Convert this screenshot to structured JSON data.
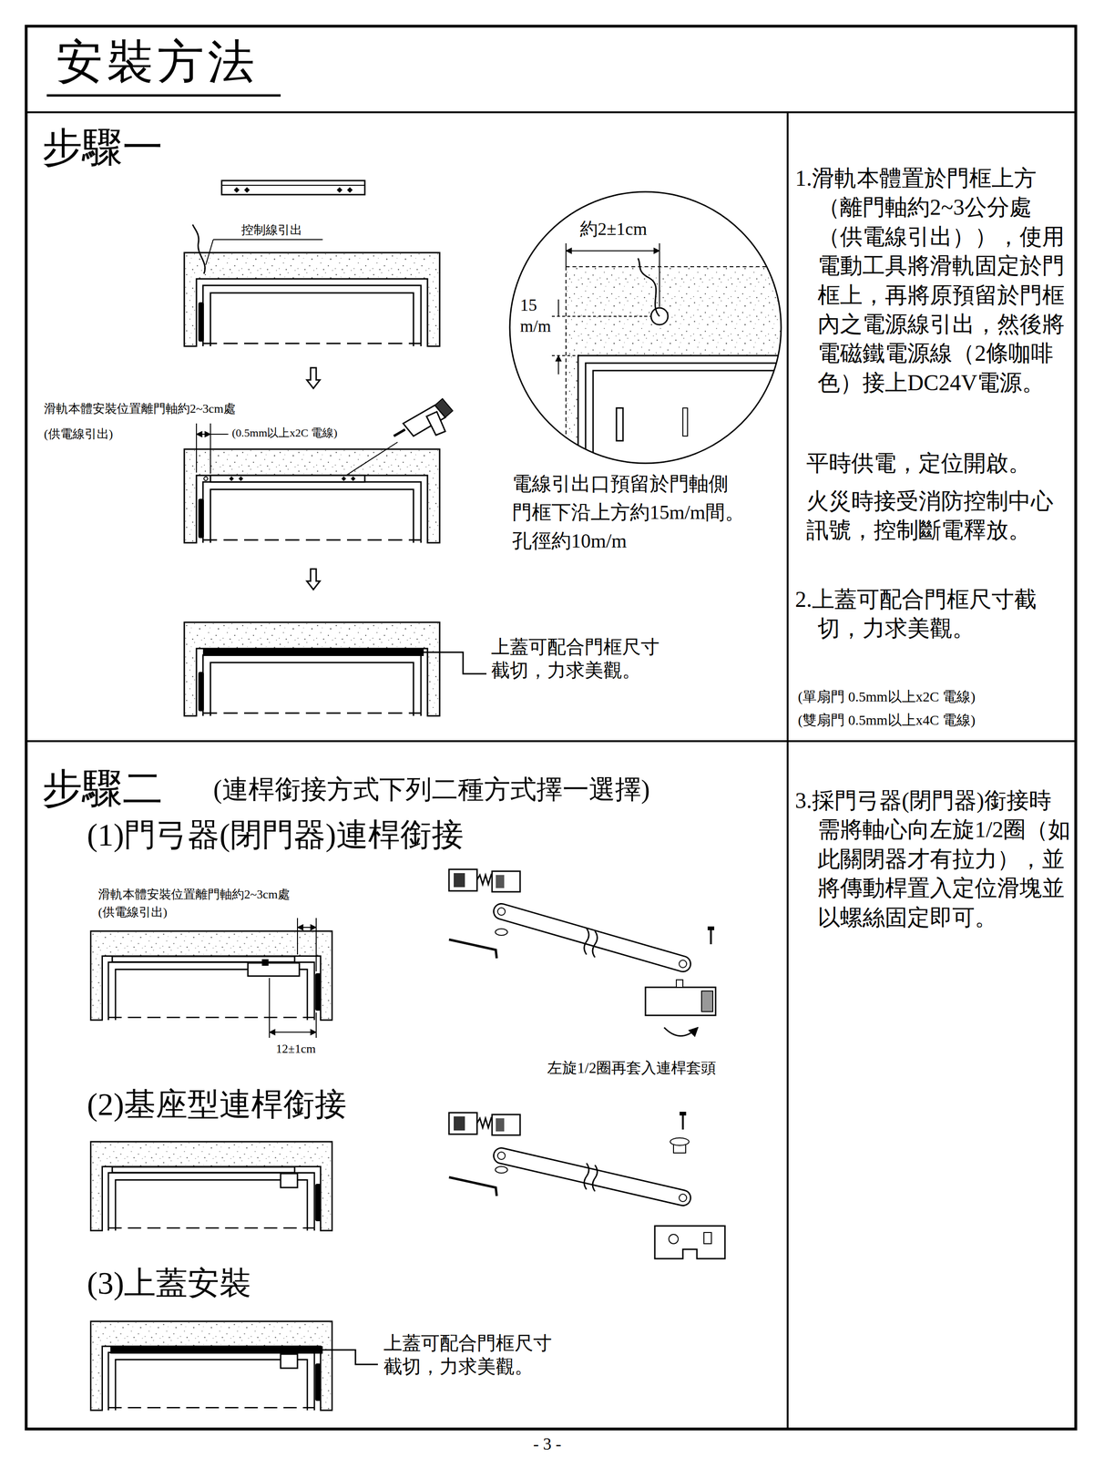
{
  "diagram": {
    "title": "安裝方法",
    "labels": [
      "步驟一",
      "控制線引出",
      "約2±1cm",
      "15 m/m",
      "滑軌本體安裝位置離門軸約2~3cm處",
      "(供電線引出)",
      "(0.5mm以上x2C 電線)",
      "電線引出口預留於門軸側 門框下沿上方約15m/m間。 孔徑約10m/m",
      "1.滑軌本體置於門框上方（離門軸約2~3公分處（供電線引出）），使用電動工具將滑軌固定於門框上，再將原預留於門框內之電源線引出，然後將電磁鐵電源線（2條咖啡色）接上DC24V電源。",
      "平時供電，定位開啟。",
      "火災時接受消防控制中心訊號，控制斷電釋放。",
      "2.上蓋可配合門框尺寸截切，力求美觀。",
      "(單扇門 0.5mm以上x2C 電線)",
      "(雙扇門 0.5mm以上x4C 電線)",
      "上蓋可配合門框尺寸 截切，力求美觀。",
      "步驟二",
      "(連桿銜接方式下列二種方式擇一選擇)",
      "(1)門弓器(閉門器)連桿銜接",
      "滑軌本體安裝位置離門軸約2~3cm處",
      "(供電線引出)",
      "12±1cm",
      "左旋1/2圈再套入連桿套頭",
      "(2)基座型連桿銜接",
      "(3)上蓋安裝",
      "上蓋可配合門框尺寸 截切，力求美觀。",
      "3.採門弓器(閉門器)銜接時需將軸心向左旋1/2圈（如此關閉器才有拉力），並將傳動桿置入定位滑塊並以螺絲固定即可。",
      "- 3 -"
    ]
  }
}
